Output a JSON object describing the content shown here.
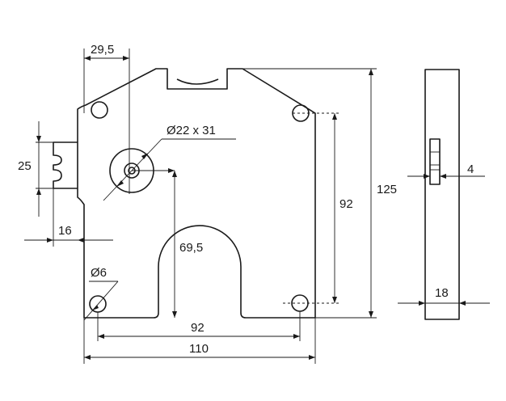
{
  "drawing": {
    "dimensions": {
      "offset_x": "29,5",
      "bore": "Ø22 x 31",
      "height_left": "25",
      "width_left": "16",
      "hole_spacing_v": "92",
      "total_height": "125",
      "thickness_pin": "4",
      "depth": "18",
      "cutout_height": "69,5",
      "small_hole": "Ø6",
      "hole_spacing_h": "92",
      "total_width": "110"
    }
  }
}
